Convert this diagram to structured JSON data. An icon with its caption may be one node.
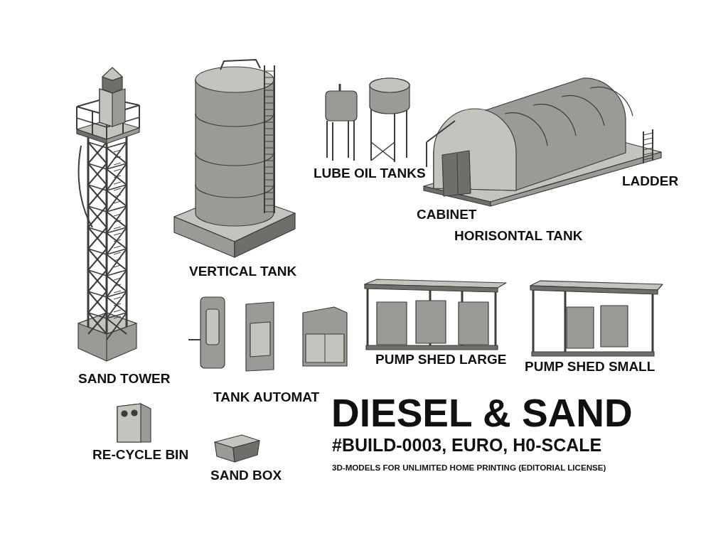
{
  "diagram": {
    "title": "DIESEL & SAND",
    "labels": [
      "LUBE OIL TANKS",
      "LADDER",
      "CABINET",
      "HORISONTAL TANK",
      "VERTICAL TANK",
      "PUMP SHED LARGE",
      "PUMP SHED SMALL",
      "SAND TOWER",
      "TANK AUTOMAT",
      "#BUILD-0003, EURO, H0-SCALE",
      "3D-MODELS FOR UNLIMITED HOME PRINTING (EDITORIAL LICENSE)",
      "RE-CYCLE BIN",
      "SAND BOX"
    ]
  }
}
